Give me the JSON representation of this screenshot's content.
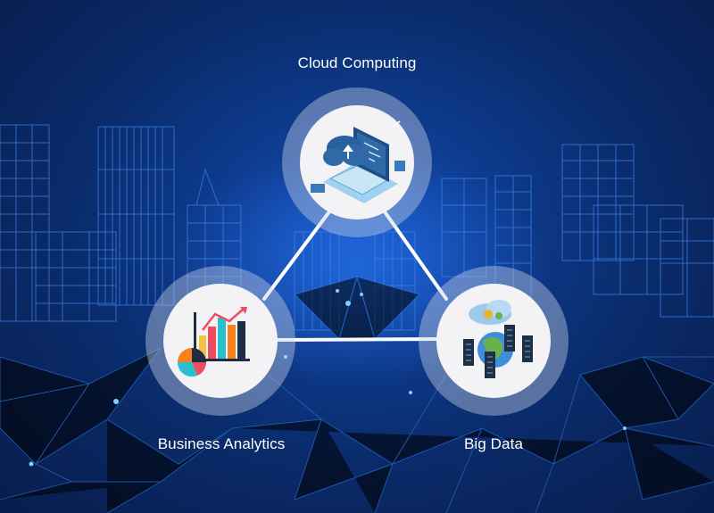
{
  "diagram": {
    "type": "triangle-relationship",
    "nodes": [
      {
        "id": "cloud",
        "label": "Cloud Computing",
        "icon": "cloud-laptop-icon"
      },
      {
        "id": "analytics",
        "label": "Business Analytics",
        "icon": "bar-pie-chart-icon"
      },
      {
        "id": "bigdata",
        "label": "Big Data",
        "icon": "servers-globe-icon"
      }
    ],
    "edges": [
      [
        "cloud",
        "analytics"
      ],
      [
        "cloud",
        "bigdata"
      ],
      [
        "analytics",
        "bigdata"
      ]
    ],
    "background": "wireframe-city-network-icon"
  },
  "colors": {
    "background": "#0a2a68",
    "wireframe": "#3a8cff",
    "node_ring": "#c8d2e6",
    "node_fill": "#f3f3f5",
    "edge": "#ffffff"
  }
}
